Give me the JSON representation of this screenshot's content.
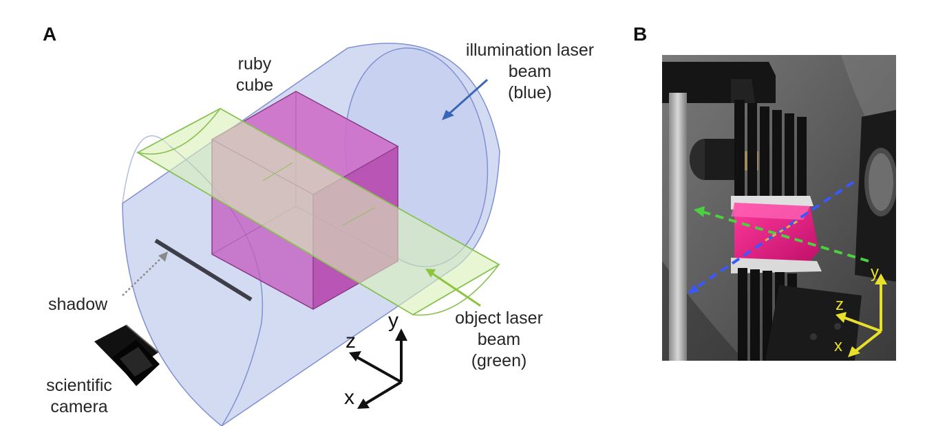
{
  "panels": {
    "a": {
      "letter": "A"
    },
    "b": {
      "letter": "B"
    }
  },
  "labels": {
    "ruby_cube": [
      "ruby",
      "cube"
    ],
    "illumination": [
      "illumination laser",
      "beam",
      "(blue)"
    ],
    "object_beam": [
      "object laser",
      "beam",
      "(green)"
    ],
    "shadow": "shadow",
    "camera": [
      "scientific",
      "camera"
    ]
  },
  "axes": {
    "x": "x",
    "y": "y",
    "z": "z"
  },
  "photo_axes": {
    "x": "x",
    "y": "y",
    "z": "z"
  },
  "colors": {
    "illumination_beam": "#c8d2f0",
    "illumination_edge": "#7f8fd0",
    "object_beam": "#d8f0b8",
    "object_edge": "#88c050",
    "ruby": "#c45fbf",
    "arrow_blue": "#3a66b8",
    "arrow_green": "#8cc43c",
    "photo_axis": "#e8e02a"
  }
}
